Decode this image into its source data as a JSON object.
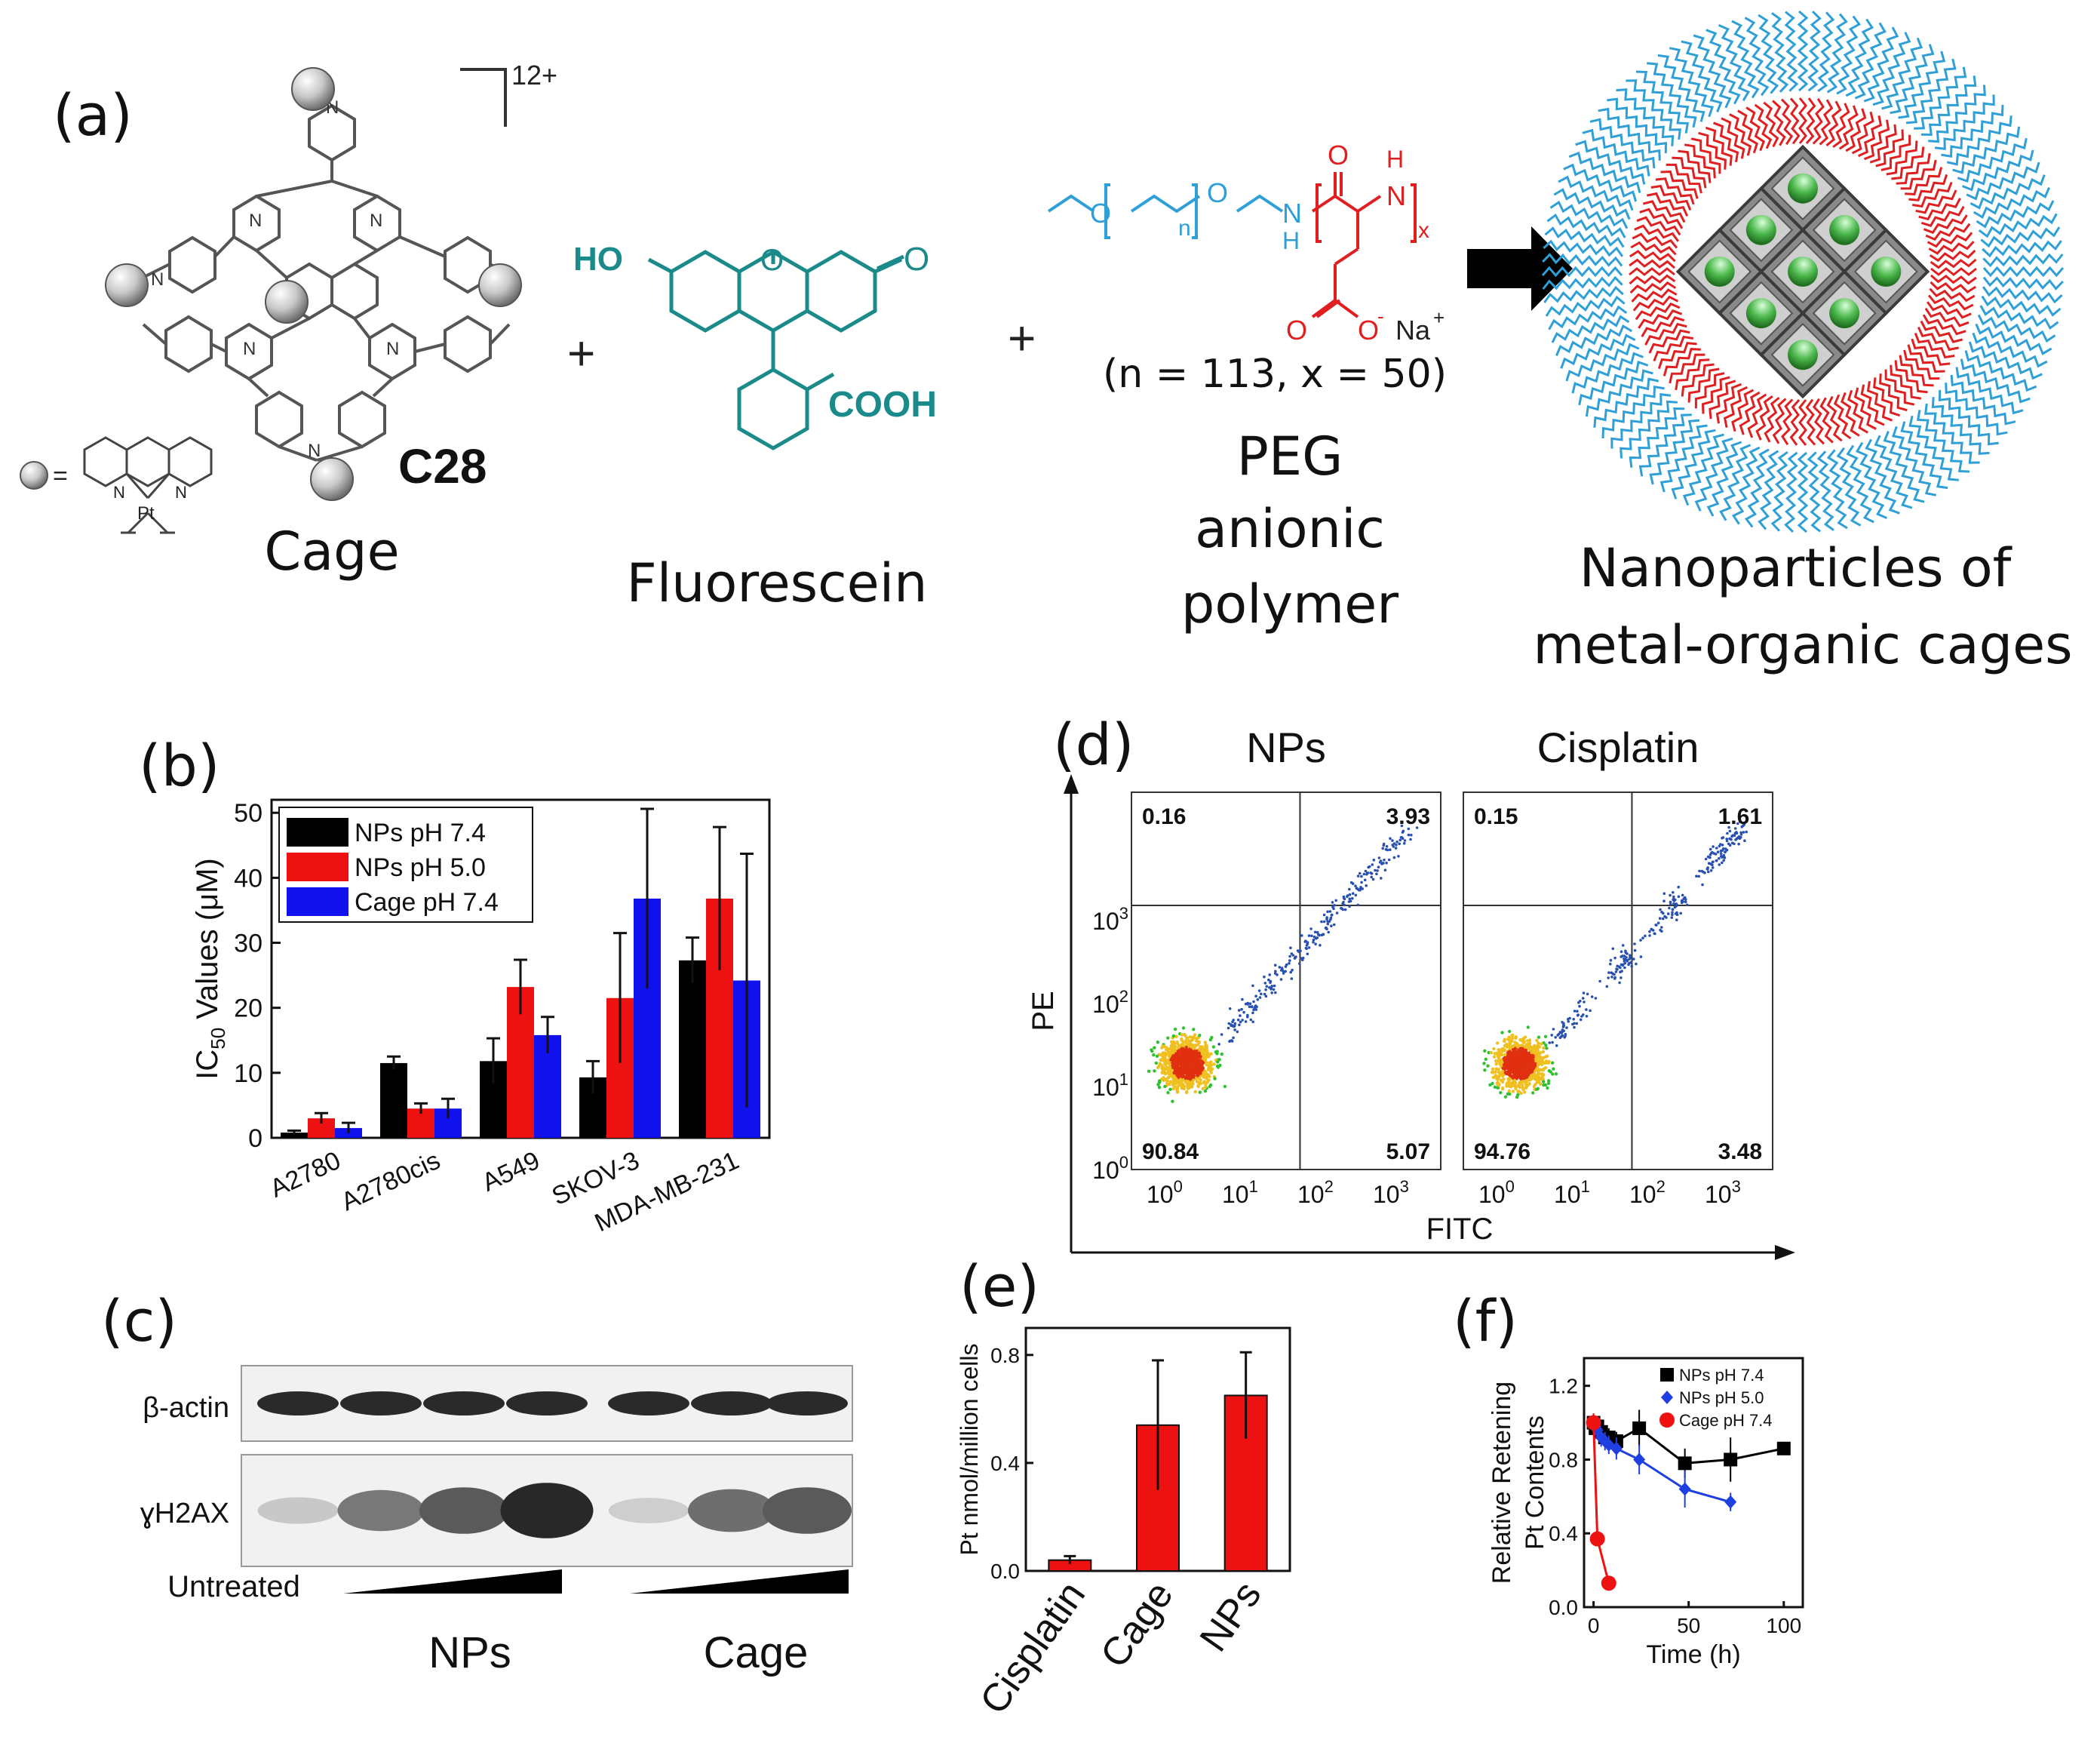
{
  "panel_labels": {
    "a": "(a)",
    "b": "(b)",
    "c": "(c)",
    "d": "(d)",
    "e": "(e)",
    "f": "(f)"
  },
  "panel_a": {
    "charge": "12+",
    "cage_name": "C28",
    "cage_label": "Cage",
    "pt_equals": "=",
    "pt_symbol": "Pt",
    "n_label": "N",
    "plus": "+",
    "fluorescein_label": "Fluorescein",
    "fluorescein_ho": "HO",
    "fluorescein_o_ring": "O",
    "fluorescein_o_ketone": "O",
    "fluorescein_cooh": "COOH",
    "polymer_formula": "(n = 113, x = 50)",
    "polymer_n": "n",
    "polymer_x": "x",
    "polymer_O": "O",
    "polymer_N": "N",
    "polymer_H": "H",
    "polymer_Na": "Na",
    "polymer_charge_minus": "-",
    "polymer_charge_plus": "+",
    "polymer_label_1": "PEG",
    "polymer_label_2": "anionic",
    "polymer_label_3": "polymer",
    "nano_label_1": "Nanoparticles of",
    "nano_label_2": "metal-organic cages",
    "colors": {
      "teal": "#1a8a8a",
      "blue": "#3a7fc8",
      "red": "#e02020",
      "polymer_blue": "#2f9fd8"
    }
  },
  "chart_data": [
    {
      "id": "b",
      "type": "bar",
      "categories": [
        "A2780",
        "A2780cis",
        "A549",
        "SKOV-3",
        "MDA-MB-231"
      ],
      "series": [
        {
          "name": "NPs pH 7.4",
          "color": "#000000",
          "values": [
            0.8,
            11.5,
            11.8,
            9.3,
            27.3
          ],
          "errors": [
            0.3,
            1.0,
            3.5,
            2.5,
            3.5
          ]
        },
        {
          "name": "NPs pH 5.0",
          "color": "#ee1111",
          "values": [
            3.0,
            4.5,
            23.2,
            21.5,
            36.8
          ],
          "errors": [
            0.8,
            0.8,
            4.2,
            10.0,
            11.0
          ]
        },
        {
          "name": "Cage pH 7.4",
          "color": "#1111ee",
          "values": [
            1.5,
            4.5,
            15.8,
            36.8,
            24.2
          ],
          "errors": [
            0.8,
            1.5,
            2.8,
            13.8,
            19.5
          ]
        }
      ],
      "ylabel_main": "IC",
      "ylabel_sub": "50",
      "ylabel_rest": " Values (μM)",
      "ylim": [
        0,
        52
      ],
      "yticks": [
        "0",
        "10",
        "20",
        "30",
        "40",
        "50"
      ],
      "legend": "top-left"
    },
    {
      "id": "e",
      "type": "bar",
      "categories": [
        "Cisplatin",
        "Cage",
        "NPs"
      ],
      "values": [
        0.04,
        0.54,
        0.65
      ],
      "errors": [
        0.015,
        0.24,
        0.16
      ],
      "color": "#ee1111",
      "ylabel": "Pt nmol/million cells",
      "ylim": [
        0,
        0.9
      ],
      "yticks": [
        "0.0",
        "0.4",
        "0.8"
      ]
    },
    {
      "id": "f",
      "type": "line",
      "xlabel": "Time (h)",
      "ylabel_1": "Relative Retening",
      "ylabel_2": "Pt Contents",
      "xlim": [
        -5,
        110
      ],
      "ylim": [
        0,
        1.35
      ],
      "xticks": [
        "0",
        "50",
        "100"
      ],
      "yticks": [
        "0.0",
        "0.4",
        "0.8",
        "1.2"
      ],
      "legend": "top-right",
      "series": [
        {
          "name": "NPs pH 7.4",
          "color": "#000000",
          "marker": "square",
          "x": [
            0,
            1,
            2,
            4,
            6,
            8,
            12,
            24,
            48,
            72,
            100
          ],
          "y": [
            1.0,
            0.97,
            0.98,
            0.95,
            0.92,
            0.92,
            0.9,
            0.97,
            0.78,
            0.8,
            0.86
          ],
          "errors": [
            0.05,
            0.05,
            0.05,
            0.05,
            0.05,
            0.05,
            0.05,
            0.1,
            0.08,
            0.12,
            0.03
          ]
        },
        {
          "name": "NPs pH 5.0",
          "color": "#1f3fe0",
          "marker": "diamond",
          "x": [
            0,
            1,
            2,
            4,
            6,
            8,
            12,
            24,
            48,
            72
          ],
          "y": [
            1.0,
            0.98,
            0.96,
            0.92,
            0.9,
            0.88,
            0.86,
            0.8,
            0.64,
            0.57
          ],
          "errors": [
            0.05,
            0.05,
            0.05,
            0.05,
            0.05,
            0.05,
            0.06,
            0.08,
            0.1,
            0.05
          ]
        },
        {
          "name": "Cage pH 7.4",
          "color": "#ee1111",
          "marker": "circle",
          "x": [
            0,
            2,
            8
          ],
          "y": [
            1.0,
            0.37,
            0.13
          ],
          "errors": [
            0.05,
            0.03,
            0.02
          ]
        }
      ]
    },
    {
      "id": "d",
      "type": "scatter",
      "panel_titles": [
        "NPs",
        "Cisplatin"
      ],
      "xlabel": "FITC",
      "ylabel": "PE",
      "tick_base": "10",
      "tick_exps": [
        "0",
        "1",
        "2",
        "3"
      ],
      "quadrants": [
        {
          "ul": "0.16",
          "ur": "3.93",
          "ll": "90.84",
          "lr": "5.07"
        },
        {
          "ul": "0.15",
          "ur": "1.61",
          "ll": "94.76",
          "lr": "3.48"
        }
      ]
    }
  ],
  "panel_c": {
    "row_1": "β-actin",
    "row_2": "ɣH2AX",
    "untreated": "Untreated",
    "group_1": "NPs",
    "group_2": "Cage",
    "band_intensity_gamma": [
      0.15,
      0.55,
      0.7,
      0.95,
      0.12,
      0.6,
      0.7
    ]
  }
}
